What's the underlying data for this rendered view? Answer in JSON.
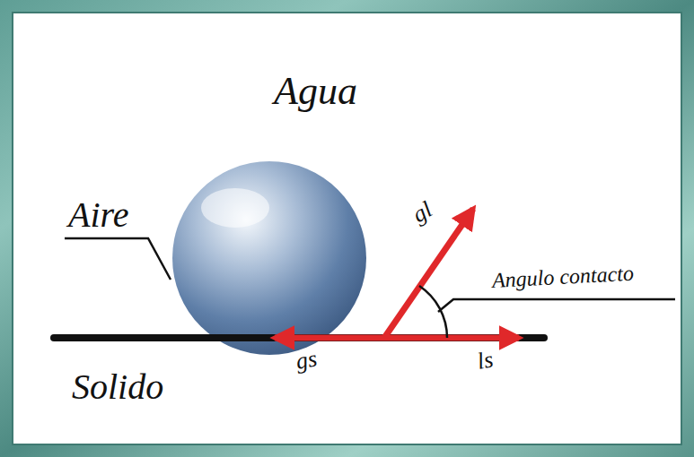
{
  "diagram": {
    "labels": [
      "Agua",
      "Aire",
      "Solido",
      "gl",
      "Angulo contacto",
      "gs",
      "ls"
    ]
  }
}
